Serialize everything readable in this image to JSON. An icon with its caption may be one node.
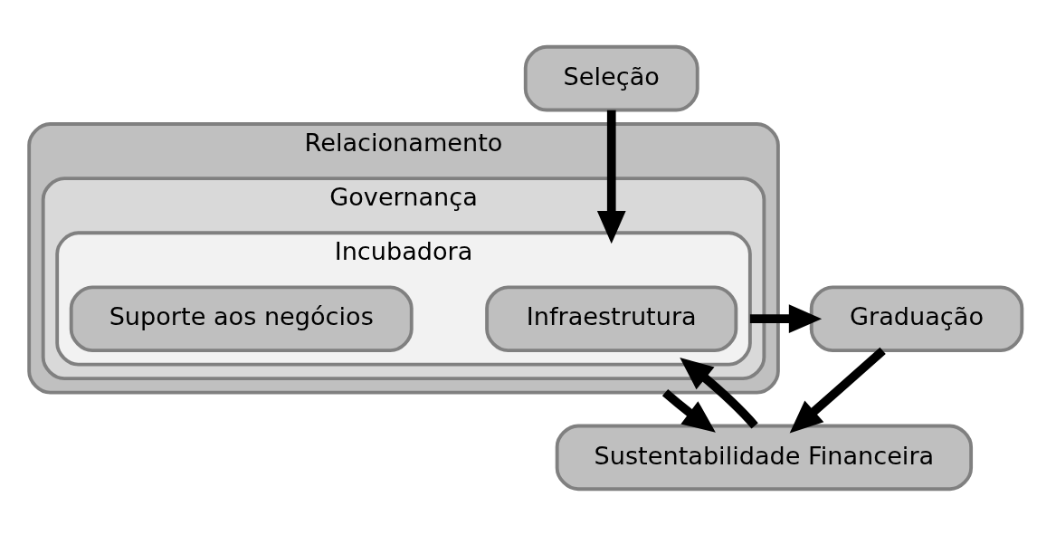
{
  "diagram": {
    "nodes": [
      {
        "text": [
          "Seleção"
        ]
      },
      {
        "text": [
          "Relacionamento"
        ]
      },
      {
        "text": [
          "Governança"
        ],
        "in": 1
      },
      {
        "text": [
          "Incubadora"
        ],
        "in": 2
      },
      {
        "text": [
          "Infraestrutura"
        ],
        "in": 3
      },
      {
        "text": [
          "Suporte aos negócios"
        ],
        "in": 3
      },
      {
        "text": [
          "Sustentabilidade Financeira"
        ]
      },
      {
        "text": [
          "Graduação"
        ]
      }
    ],
    "edges": [
      {
        "from": 1,
        "to": 6,
        "arrow": "to"
      },
      {
        "from": 6,
        "to": 3,
        "arrow": "to"
      },
      {
        "from": 0,
        "to": 3,
        "arrow": "to"
      },
      {
        "from": 3,
        "to": 7,
        "arrow": "to"
      },
      {
        "from": 7,
        "to": 6,
        "arrow": "to"
      }
    ]
  }
}
